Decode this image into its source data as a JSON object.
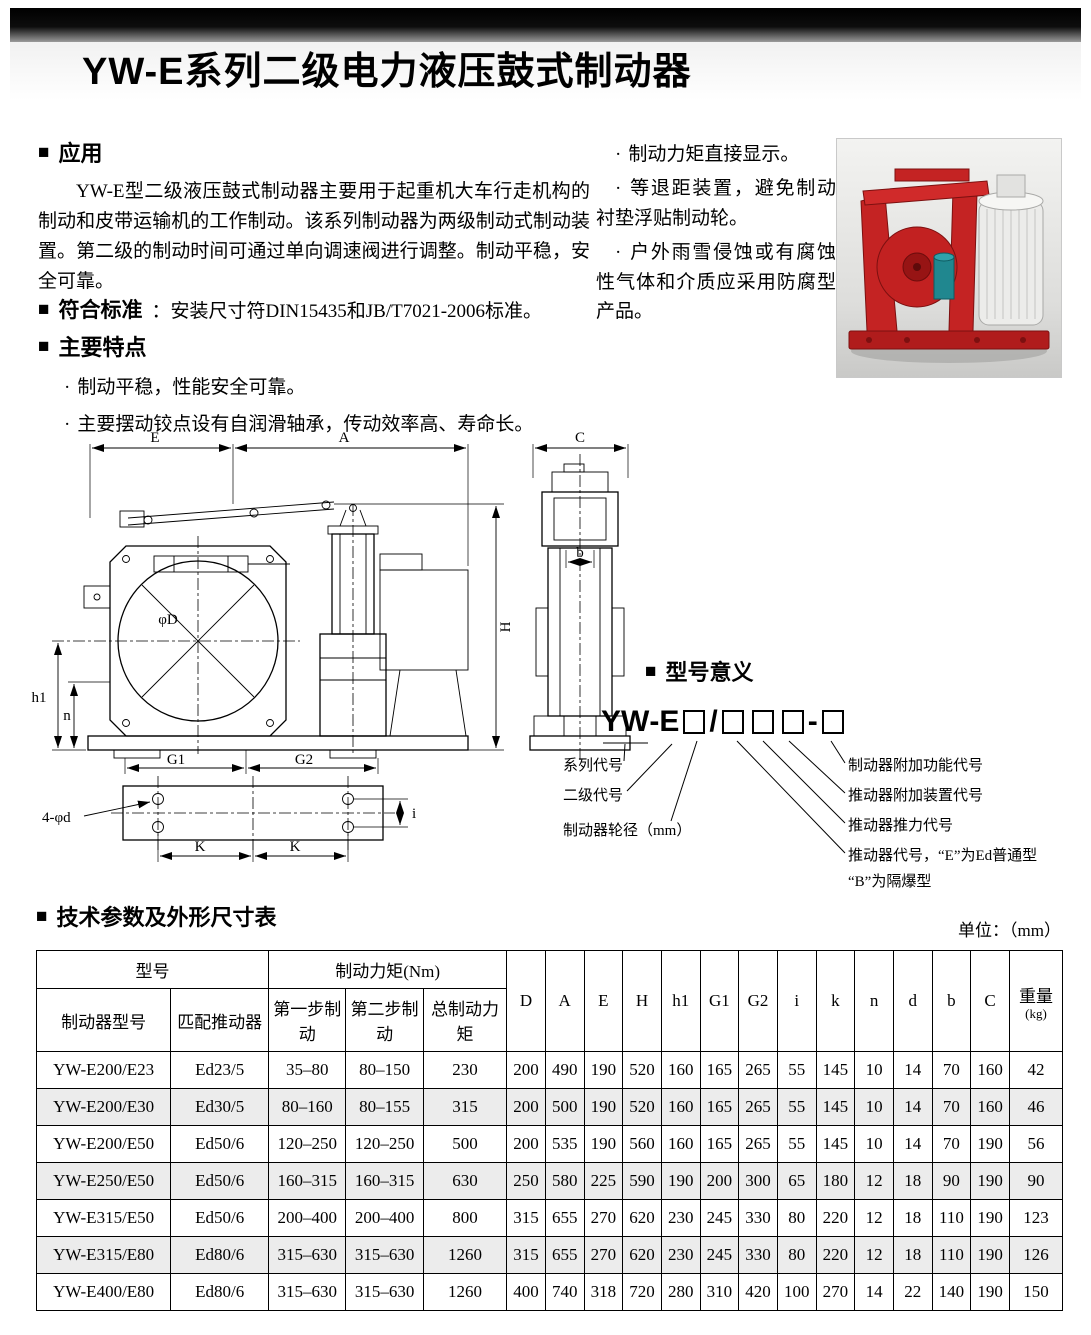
{
  "ui": {
    "section_marker": "■",
    "bullet": "·"
  },
  "header": {
    "title": "YW-E系列二级电力液压鼓式制动器"
  },
  "application": {
    "heading": "应用",
    "body": "YW-E型二级液压鼓式制动器主要用于起重机大车行走机构的制动和皮带运输机的工作制动。该系列制动器为两级制动式制动装置。第二级的制动时间可通过单向调速阀进行调整。制动平稳，安全可靠。"
  },
  "side_notes": {
    "items": [
      "制动力矩直接显示。",
      "等退距装置，避免制动衬垫浮贴制动轮。",
      "户外雨雪侵蚀或有腐蚀性气体和介质应采用防腐型产品。"
    ]
  },
  "standard": {
    "heading": "符合标准",
    "text": "：安装尺寸符DIN15435和JB/T7021-2006标准。"
  },
  "features": {
    "heading": "主要特点",
    "items": [
      "制动平稳，性能安全可靠。",
      "主要摆动铰点设有自润滑轴承，传动效率高、寿命长。"
    ]
  },
  "drawing": {
    "labels": {
      "E": "E",
      "A": "A",
      "C": "C",
      "H": "H",
      "h1": "h1",
      "n": "n",
      "G1": "G1",
      "G2": "G2",
      "K1": "K",
      "K2": "K",
      "holes": "4-φd",
      "diameter": "φD",
      "b": "b",
      "i": "i"
    }
  },
  "model_meaning": {
    "heading": "型号意义",
    "code": {
      "series": "YW",
      "dash1": "-",
      "stage": "E",
      "slash": "/",
      "dash2": "-"
    },
    "left_labels": [
      "系列代号",
      "二级代号",
      "制动器轮径（mm）"
    ],
    "right_labels": [
      "制动器附加功能代号",
      "推动器附加装置代号",
      "推动器推力代号",
      "推动器代号，“E”为Ed普通型",
      "“B”为隔爆型"
    ]
  },
  "table": {
    "heading": "技术参数及外形尺寸表",
    "unit_note": "单位：（mm）",
    "header": {
      "model_group": "型号",
      "torque_group": "制动力矩(Nm)",
      "model_col": "制动器型号",
      "thruster_col": "匹配推动器",
      "step1_col": "第一步制动",
      "step2_col": "第二步制动",
      "total_col": "总制动力矩",
      "dims": [
        "D",
        "A",
        "E",
        "H",
        "h1",
        "G1",
        "G2",
        "i",
        "k",
        "n",
        "d",
        "b",
        "C"
      ],
      "weight_line1": "重量",
      "weight_line2": "(kg)"
    },
    "rows": [
      [
        "YW-E200/E23",
        "Ed23/5",
        "35–80",
        "80–150",
        "230",
        "200",
        "490",
        "190",
        "520",
        "160",
        "165",
        "265",
        "55",
        "145",
        "10",
        "14",
        "70",
        "160",
        "42"
      ],
      [
        "YW-E200/E30",
        "Ed30/5",
        "80–160",
        "80–155",
        "315",
        "200",
        "500",
        "190",
        "520",
        "160",
        "165",
        "265",
        "55",
        "145",
        "10",
        "14",
        "70",
        "160",
        "46"
      ],
      [
        "YW-E200/E50",
        "Ed50/6",
        "120–250",
        "120–250",
        "500",
        "200",
        "535",
        "190",
        "560",
        "160",
        "165",
        "265",
        "55",
        "145",
        "10",
        "14",
        "70",
        "190",
        "56"
      ],
      [
        "YW-E250/E50",
        "Ed50/6",
        "160–315",
        "160–315",
        "630",
        "250",
        "580",
        "225",
        "590",
        "190",
        "200",
        "300",
        "65",
        "180",
        "12",
        "18",
        "90",
        "190",
        "90"
      ],
      [
        "YW-E315/E50",
        "Ed50/6",
        "200–400",
        "200–400",
        "800",
        "315",
        "655",
        "270",
        "620",
        "230",
        "245",
        "330",
        "80",
        "220",
        "12",
        "18",
        "110",
        "190",
        "123"
      ],
      [
        "YW-E315/E80",
        "Ed80/6",
        "315–630",
        "315–630",
        "1260",
        "315",
        "655",
        "270",
        "620",
        "230",
        "245",
        "330",
        "80",
        "220",
        "12",
        "18",
        "110",
        "190",
        "126"
      ],
      [
        "YW-E400/E80",
        "Ed80/6",
        "315–630",
        "315–630",
        "1260",
        "400",
        "740",
        "318",
        "720",
        "280",
        "310",
        "420",
        "100",
        "270",
        "14",
        "22",
        "140",
        "190",
        "150"
      ]
    ]
  }
}
